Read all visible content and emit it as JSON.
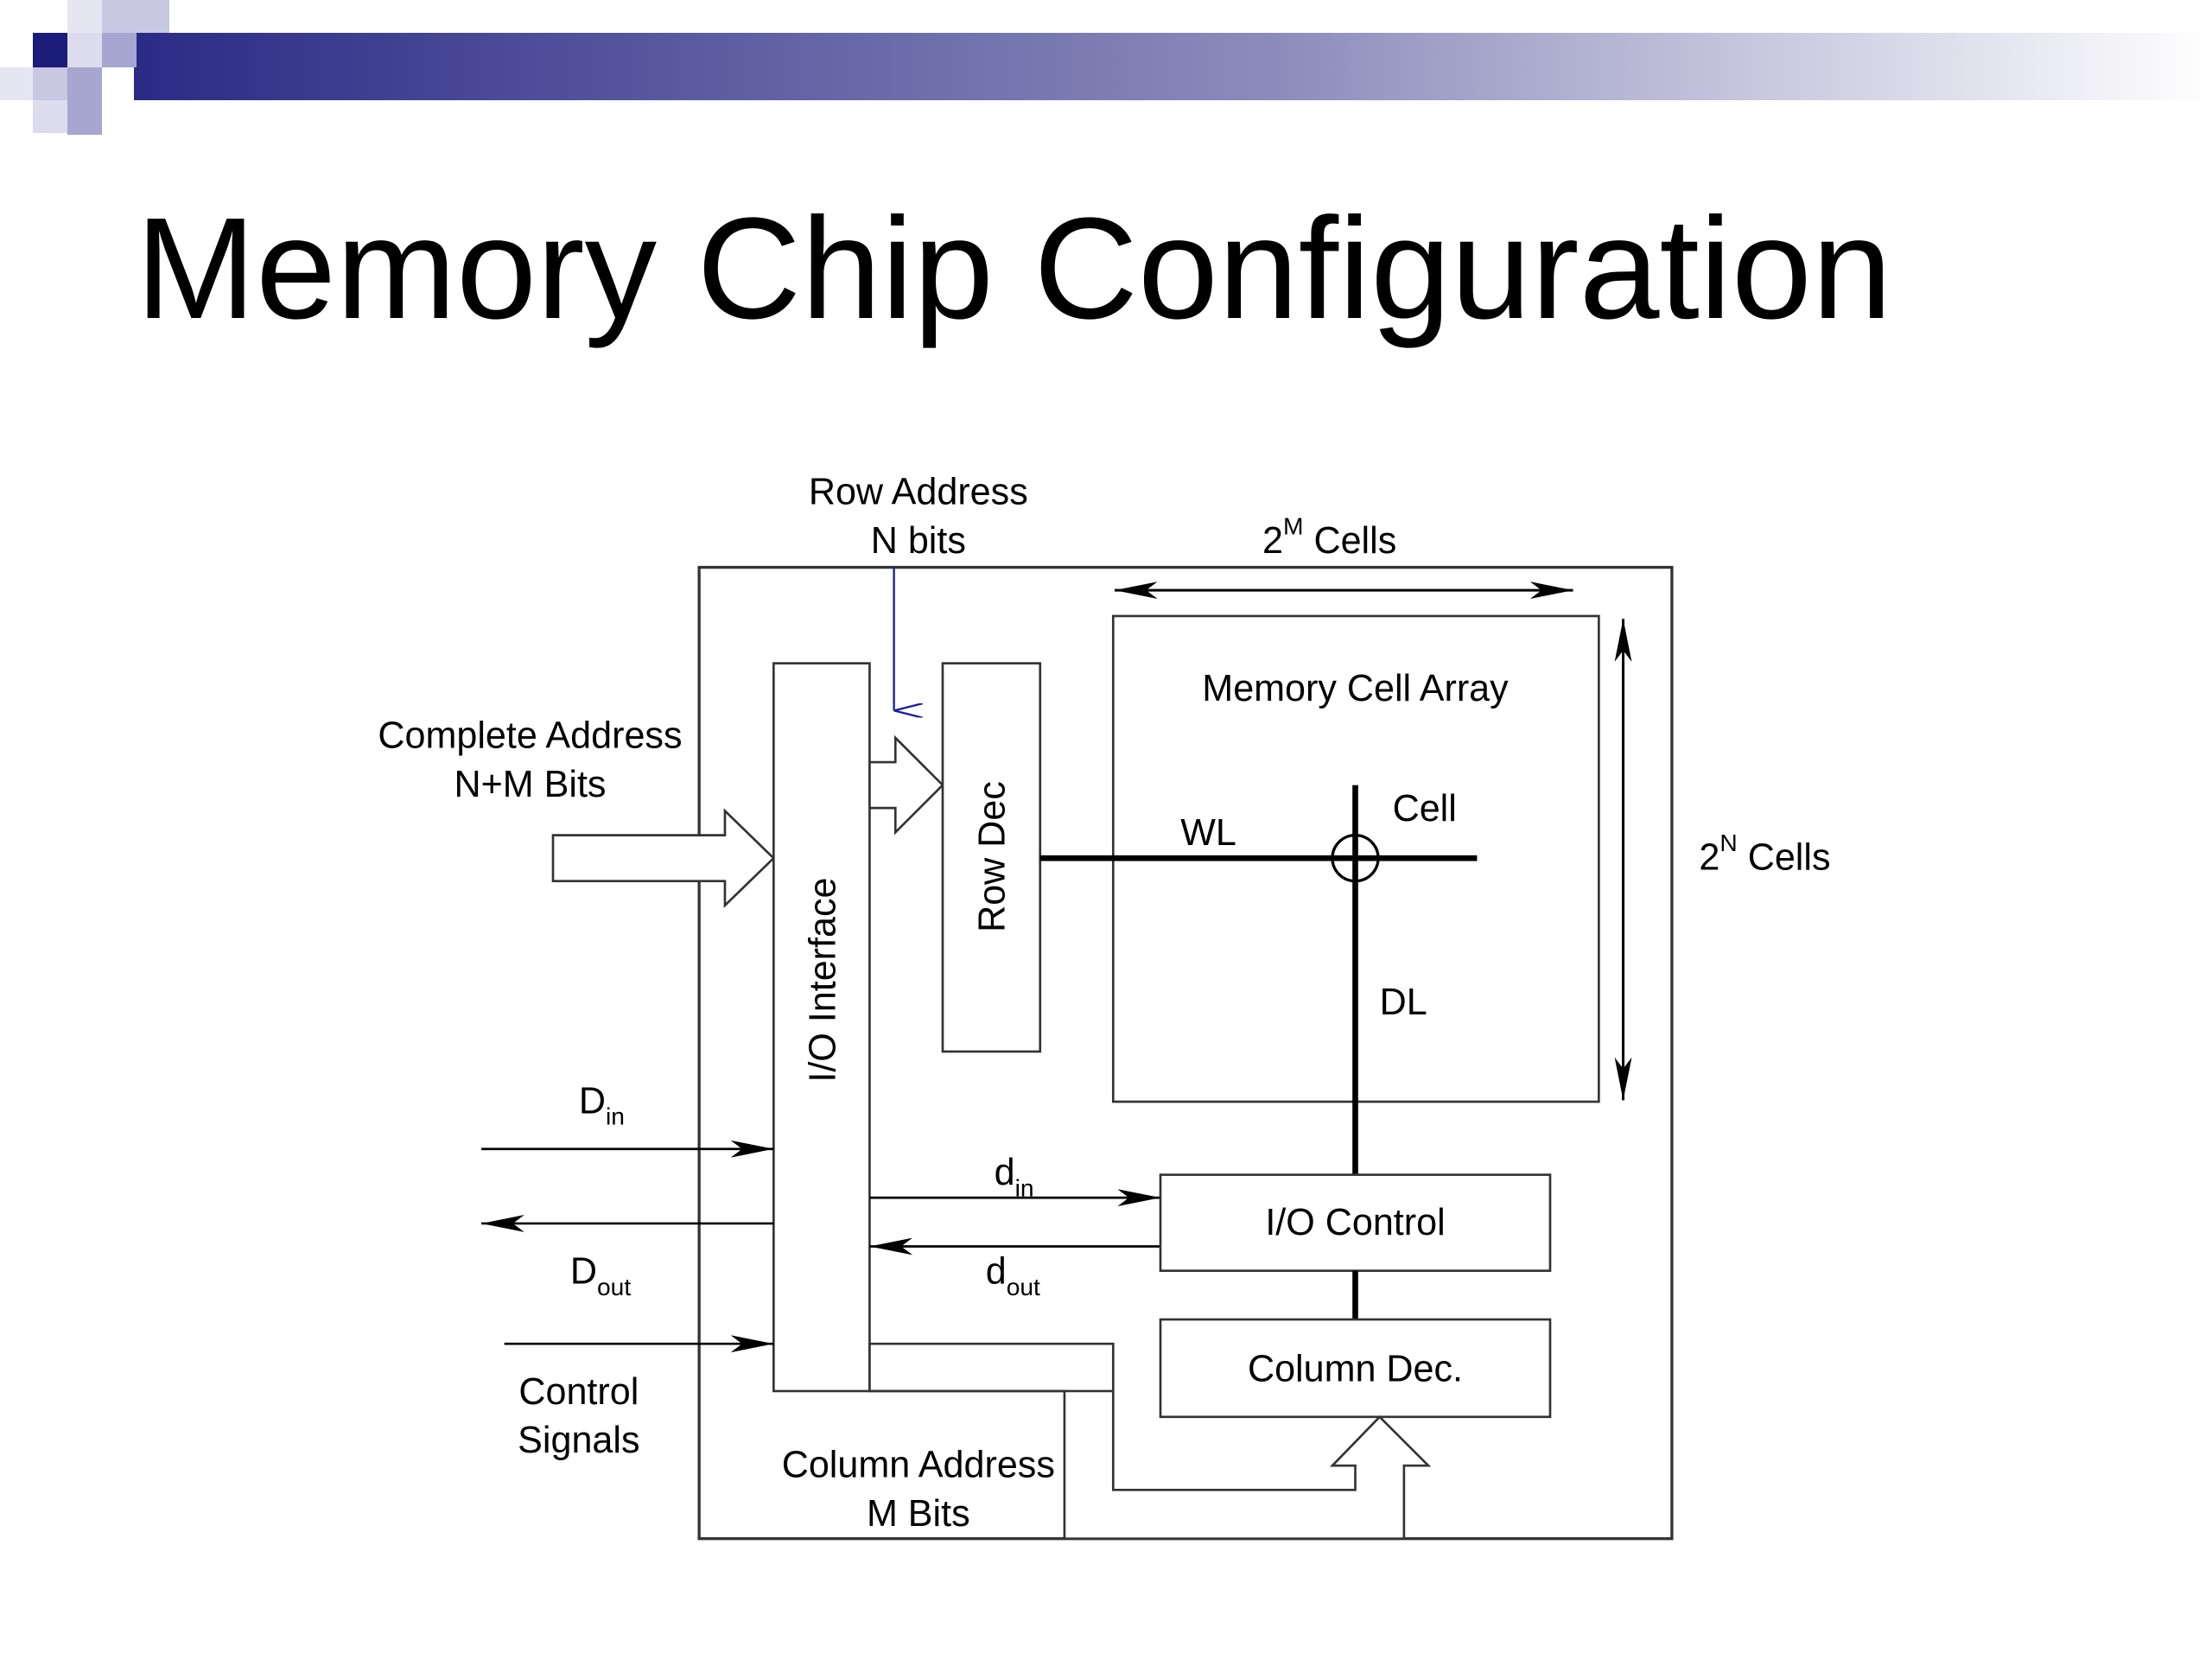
{
  "slide": {
    "title": "Memory Chip Configuration",
    "accent_color": "#2b2b86",
    "diagram": {
      "row_address": [
        "Row Address",
        "N bits"
      ],
      "cells_m": {
        "base": "2",
        "exp": "M",
        "unit": " Cells"
      },
      "cells_n": {
        "base": "2",
        "exp": "N",
        "unit": " Cells"
      },
      "complete_address": [
        "Complete Address",
        "N+M Bits"
      ],
      "memory_cell_array": "Memory Cell Array",
      "row_dec": "Row Dec",
      "io_interface": "I/O Interface",
      "wl": "WL",
      "cell": "Cell",
      "dl": "DL",
      "d_in_big": {
        "base": "D",
        "sub": "in"
      },
      "d_out_big": {
        "base": "D",
        "sub": "out"
      },
      "d_in_small": {
        "base": "d",
        "sub": "in"
      },
      "d_out_small": {
        "base": "d",
        "sub": "out"
      },
      "io_control": "I/O Control",
      "column_dec": "Column Dec.",
      "control_signals": [
        "Control",
        "Signals"
      ],
      "column_address": [
        "Column Address",
        "M Bits"
      ]
    }
  }
}
